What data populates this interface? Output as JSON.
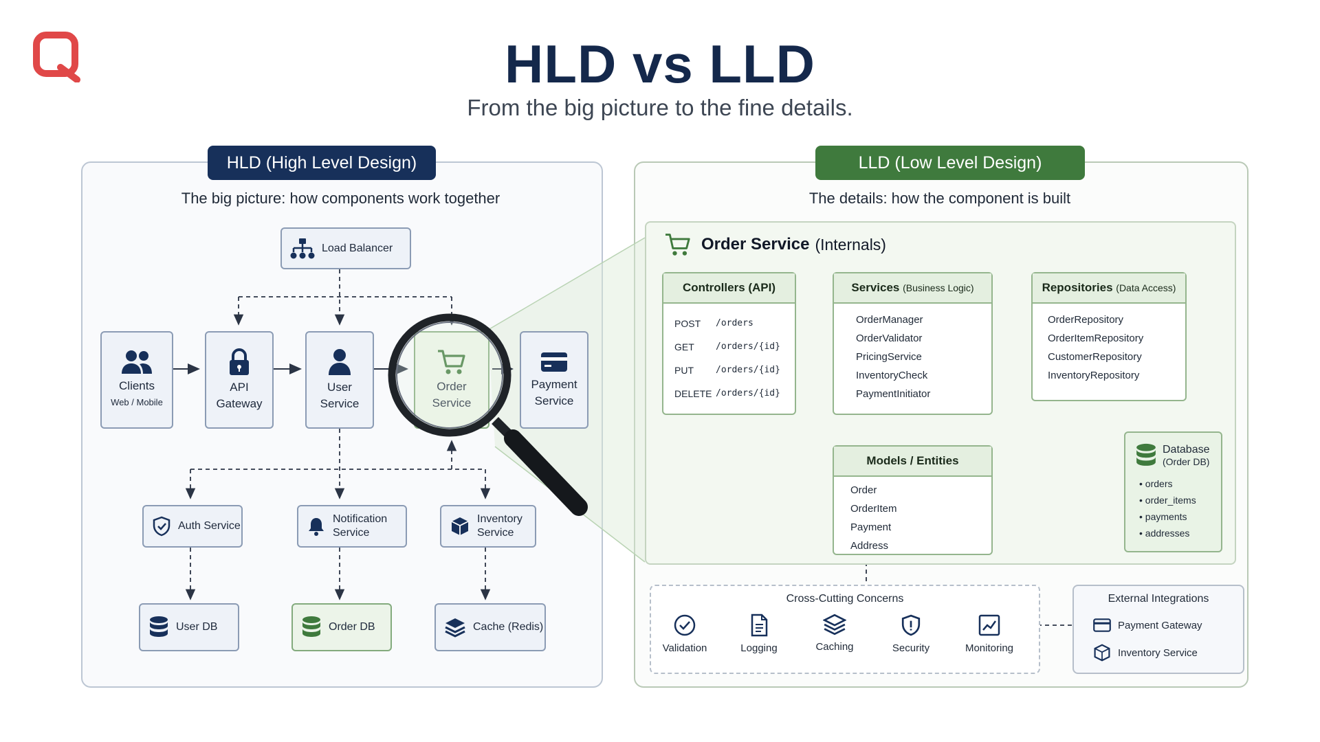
{
  "header": {
    "title": "HLD vs LLD",
    "subtitle": "From the big picture to the fine details."
  },
  "hld": {
    "badge": "HLD (High Level Design)",
    "caption": "The big picture: how components work together",
    "load_balancer": "Load Balancer",
    "clients": {
      "label": "Clients",
      "sub": "Web / Mobile"
    },
    "api_gateway": {
      "line1": "API",
      "line2": "Gateway"
    },
    "user_service": {
      "line1": "User",
      "line2": "Service"
    },
    "order_service": {
      "line1": "Order",
      "line2": "Service"
    },
    "payment_service": {
      "line1": "Payment",
      "line2": "Service"
    },
    "auth_service": "Auth Service",
    "notification_service": {
      "line1": "Notification",
      "line2": "Service"
    },
    "inventory_service": {
      "line1": "Inventory",
      "line2": "Service"
    },
    "user_db": "User DB",
    "order_db": "Order DB",
    "cache": "Cache (Redis)"
  },
  "lld": {
    "badge": "LLD (Low Level Design)",
    "caption": "The details: how the component is built",
    "internals_title": "Order Service",
    "internals_suffix": "(Internals)",
    "controllers": {
      "title": "Controllers (API)",
      "rows": [
        {
          "method": "POST",
          "path": "/orders"
        },
        {
          "method": "GET",
          "path": "/orders/{id}"
        },
        {
          "method": "PUT",
          "path": "/orders/{id}"
        },
        {
          "method": "DELETE",
          "path": "/orders/{id}"
        }
      ]
    },
    "services": {
      "title": "Services",
      "title_suffix": "(Business Logic)",
      "items": [
        "OrderManager",
        "OrderValidator",
        "PricingService",
        "InventoryCheck",
        "PaymentInitiator"
      ]
    },
    "repositories": {
      "title": "Repositories",
      "title_suffix": "(Data Access)",
      "items": [
        "OrderRepository",
        "OrderItemRepository",
        "CustomerRepository",
        "InventoryRepository"
      ]
    },
    "models": {
      "title": "Models / Entities",
      "items": [
        "Order",
        "OrderItem",
        "Payment",
        "Address"
      ]
    },
    "database": {
      "title": "Database",
      "sub": "(Order DB)",
      "items": [
        "orders",
        "order_items",
        "payments",
        "addresses"
      ]
    },
    "cross_cutting": {
      "title": "Cross-Cutting Concerns",
      "items": [
        "Validation",
        "Logging",
        "Caching",
        "Security",
        "Monitoring"
      ]
    },
    "external": {
      "title": "External Integrations",
      "items": [
        "Payment Gateway",
        "Inventory Service"
      ]
    }
  },
  "colors": {
    "navy": "#17305a",
    "green": "#3f7a3d",
    "logo": "#e04848"
  }
}
